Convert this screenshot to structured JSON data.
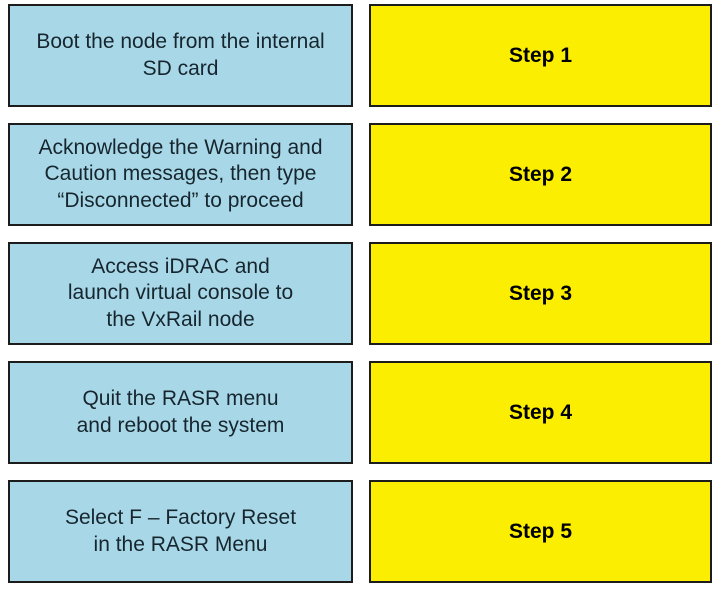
{
  "board": {
    "rows": [
      {
        "task": "Boot the node from the internal\nSD card",
        "step": "Step 1"
      },
      {
        "task": "Acknowledge the Warning and\nCaution messages, then type\n“Disconnected” to proceed",
        "step": "Step 2"
      },
      {
        "task": "Access iDRAC and\nlaunch virtual console to\nthe VxRail node",
        "step": "Step 3"
      },
      {
        "task": "Quit the RASR menu\nand reboot the system",
        "step": "Step 4"
      },
      {
        "task": "Select F – Factory Reset\nin the RASR Menu",
        "step": "Step 5"
      }
    ],
    "colors": {
      "task_fill": "#a8d8e8",
      "step_fill": "#fcee00",
      "box_border": "#1c1c1c",
      "task_text": "#17262e",
      "step_text": "#000000"
    }
  }
}
